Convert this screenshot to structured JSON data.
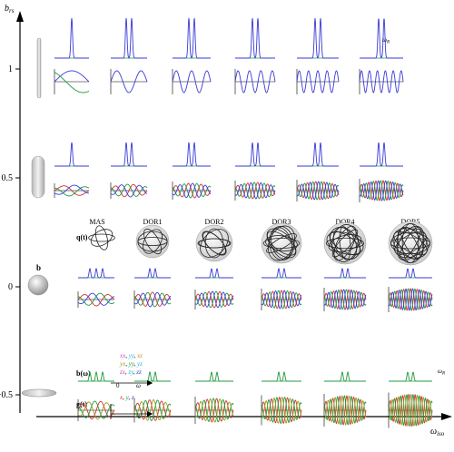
{
  "axes": {
    "y_label": "b",
    "y_label_sub": "rs",
    "x_label": "ω",
    "x_label_sub": "iso",
    "y_ticks": [
      "1",
      "0.5",
      "0",
      "−0.5"
    ]
  },
  "row_labels": {
    "q": "q(t)",
    "b_bold": "b",
    "b_omega": "b(ω)",
    "g_t": "g(t)"
  },
  "columns": [
    "MAS",
    "DOR1",
    "DOR2",
    "DOR3",
    "DOR4",
    "DOR5"
  ],
  "legend": {
    "line1": [
      "xx",
      ", ",
      "yy",
      ", ",
      "xz"
    ],
    "line2": [
      "yx",
      ", ",
      "yy",
      ", ",
      "yz"
    ],
    "line3": [
      "zx",
      ", ",
      "zy",
      ", ",
      "zz"
    ],
    "g_line": [
      "x",
      ", ",
      "y",
      ", ",
      "z"
    ],
    "zero": "0",
    "omega": "ω",
    "t": "t"
  },
  "annotations": {
    "omega_rotor_label": "ω",
    "omega_rotor_sub": "R"
  },
  "colors": {
    "blue": "#3a3ad8",
    "green": "#1e9a3c",
    "red": "#d83030",
    "magenta": "#e040c0",
    "cyan": "#30b0d8",
    "olive": "#9a9a20",
    "orange": "#d88a20"
  }
}
